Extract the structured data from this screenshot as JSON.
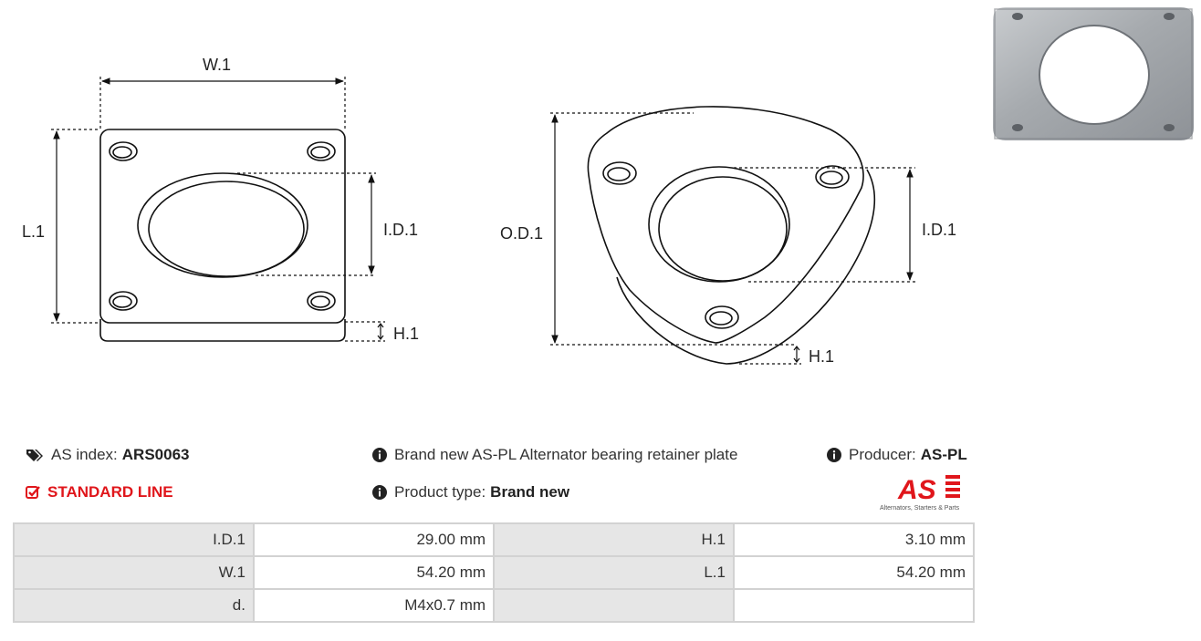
{
  "diagram": {
    "square_plate": {
      "width_label": "W.1",
      "length_label": "L.1",
      "inner_label": "I.D.1",
      "height_label": "H.1"
    },
    "round_plate": {
      "outer_label": "O.D.1",
      "inner_label": "I.D.1",
      "height_label": "H.1"
    }
  },
  "info": {
    "as_index_label": "AS index:",
    "as_index_value": "ARS0063",
    "description": "Brand new AS-PL Alternator bearing retainer plate",
    "producer_label": "Producer:",
    "producer_value": "AS-PL",
    "standard_line": "STANDARD LINE",
    "product_type_label": "Product type:",
    "product_type_value": "Brand new"
  },
  "logo": {
    "mark": "AS",
    "tagline": "Alternators, Starters & Parts"
  },
  "specs": {
    "rows": [
      {
        "label1": "I.D.1",
        "value1": "29.00 mm",
        "label2": "H.1",
        "value2": "3.10 mm"
      },
      {
        "label1": "W.1",
        "value1": "54.20 mm",
        "label2": "L.1",
        "value2": "54.20 mm"
      },
      {
        "label1": "d.",
        "value1": "M4x0.7 mm",
        "label2": "",
        "value2": ""
      }
    ]
  },
  "colors": {
    "accent_red": "#e0161b",
    "table_label_bg": "#e6e6e6",
    "table_border": "#d2d2d2"
  },
  "icons": {
    "tags": "tags-icon",
    "info": "info-circle-icon",
    "check": "check-square-icon"
  }
}
